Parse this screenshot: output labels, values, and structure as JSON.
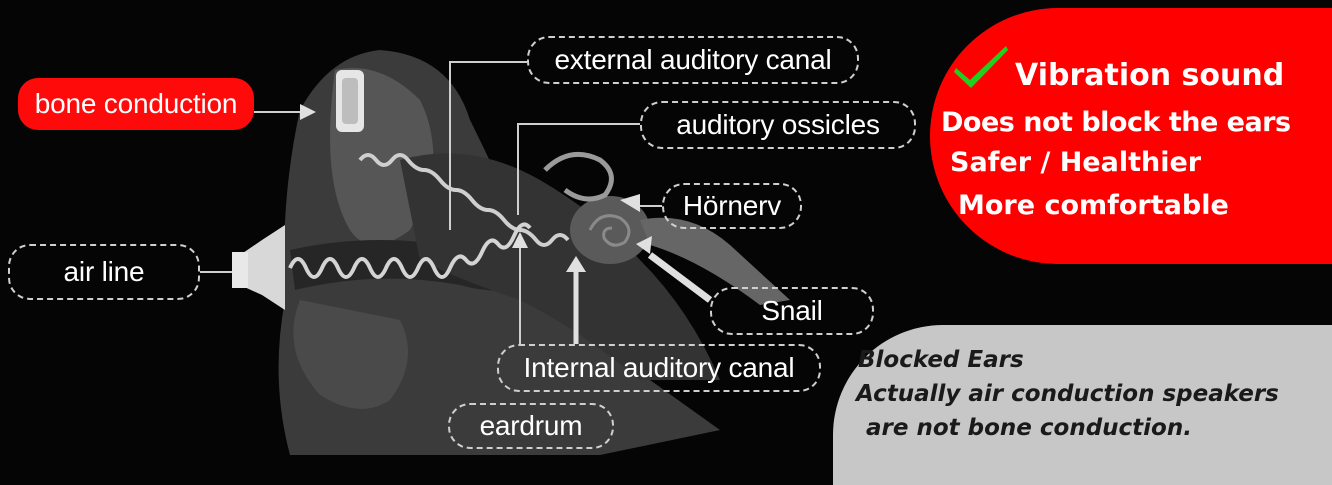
{
  "labels": {
    "bone_conduction": "bone conduction",
    "external_auditory_canal": "external auditory canal",
    "auditory_ossicles": "auditory ossicles",
    "hoernerv": "Hörnerv",
    "air_line": "air line",
    "snail": "Snail",
    "internal_auditory_canal": "Internal auditory canal",
    "eardrum": "eardrum"
  },
  "benefits": {
    "headline": "Vibration sound",
    "items": [
      "Does not block the ears",
      "Safer / Healthier",
      "More comfortable"
    ]
  },
  "warning": {
    "title": "Blocked Ears",
    "lines": [
      "Actually air conduction speakers",
      "are not bone conduction."
    ]
  },
  "colors": {
    "accent_red": "#ff0000",
    "check_green": "#1fd11f",
    "warning_gray": "#c7c7c7",
    "background": "#050505"
  },
  "icons": {
    "benefit_mark": "check-icon"
  }
}
